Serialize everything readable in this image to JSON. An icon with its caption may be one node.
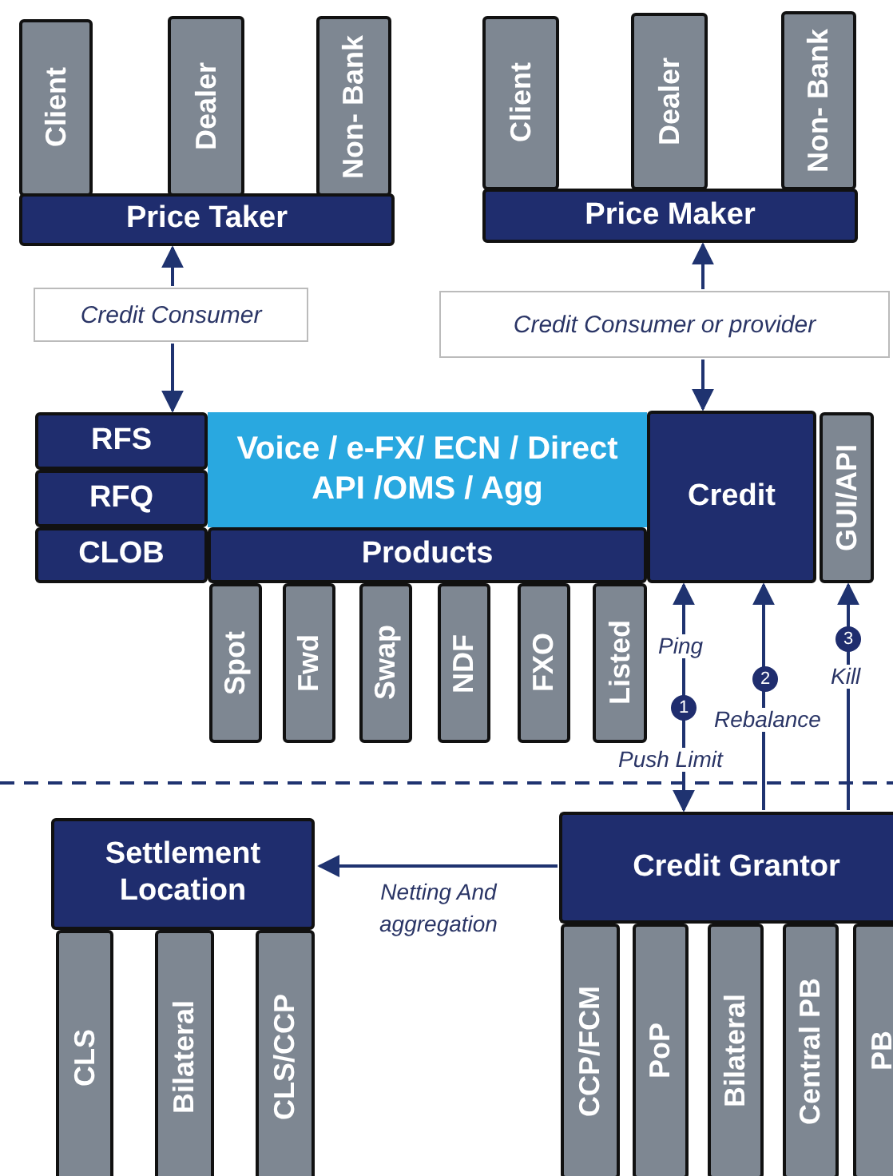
{
  "diagram": {
    "nodes": [
      {
        "text": [
          "Client"
        ]
      },
      {
        "text": [
          "Dealer"
        ]
      },
      {
        "text": [
          "Non- Bank"
        ]
      },
      {
        "text": [
          "Price Taker"
        ]
      },
      {
        "text": [
          "Client"
        ]
      },
      {
        "text": [
          "Dealer"
        ]
      },
      {
        "text": [
          "Non- Bank"
        ]
      },
      {
        "text": [
          "Price Maker"
        ]
      },
      {
        "text": [
          "Credit Consumer"
        ]
      },
      {
        "text": [
          "Credit Consumer or provider"
        ]
      },
      {
        "text": [
          "RFS"
        ]
      },
      {
        "text": [
          "RFQ"
        ]
      },
      {
        "text": [
          "CLOB"
        ]
      },
      {
        "text": [
          "Voice / e-FX/ ECN / Direct API /OMS / Agg"
        ]
      },
      {
        "text": [
          "Credit"
        ]
      },
      {
        "text": [
          "GUI/API"
        ]
      },
      {
        "text": [
          "Products"
        ]
      },
      {
        "text": [
          "Spot"
        ]
      },
      {
        "text": [
          "Fwd"
        ]
      },
      {
        "text": [
          "Swap"
        ]
      },
      {
        "text": [
          "NDF"
        ]
      },
      {
        "text": [
          "FXO"
        ]
      },
      {
        "text": [
          "Listed"
        ]
      },
      {
        "text": [
          "Settlement Location"
        ]
      },
      {
        "text": [
          "Credit Grantor"
        ]
      },
      {
        "text": [
          "CLS"
        ]
      },
      {
        "text": [
          "Bilateral"
        ]
      },
      {
        "text": [
          "CLS/CCP"
        ]
      },
      {
        "text": [
          "CCP/FCM"
        ]
      },
      {
        "text": [
          "PoP"
        ]
      },
      {
        "text": [
          "Bilateral"
        ]
      },
      {
        "text": [
          "Central PB"
        ]
      },
      {
        "text": [
          "PB"
        ]
      }
    ],
    "edges": [
      {
        "from": 8,
        "to": 3,
        "arrow": "to"
      },
      {
        "from": 8,
        "to": 10,
        "arrow": "to"
      },
      {
        "from": 9,
        "to": 7,
        "arrow": "to"
      },
      {
        "from": 9,
        "to": 14,
        "arrow": "to"
      },
      {
        "from": 24,
        "to": 14,
        "arrow": "both"
      },
      {
        "from": 24,
        "to": 14,
        "arrow": "to"
      },
      {
        "from": 24,
        "to": 15,
        "arrow": "to"
      },
      {
        "from": 24,
        "to": 23,
        "arrow": "to",
        "label": "Netting And aggregation"
      }
    ],
    "labels": [
      "Ping",
      "3",
      "Kill",
      "2",
      "1",
      "Rebalance",
      "Push Limit"
    ]
  }
}
